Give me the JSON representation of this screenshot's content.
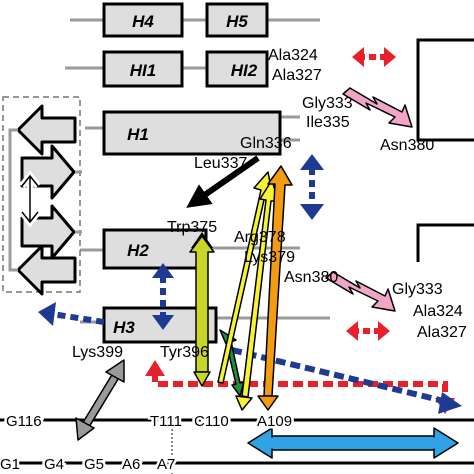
{
  "helices": {
    "h4": "H4",
    "h5": "H5",
    "hi1": "HI1",
    "hi2": "HI2",
    "h1": "H1",
    "h2": "H2",
    "h3": "H3"
  },
  "residues": {
    "ala324_top": "Ala324",
    "ala327_top": "Ala327",
    "gly333_top": "Gly333",
    "ile335": "Ile335",
    "asn380_top": "Asn380",
    "gln336": "Gln336",
    "leu337": "Leu337",
    "trp375": "Trp375",
    "arg378": "Arg378",
    "lys379": "Lys379",
    "asn380_mid": "Asn380",
    "gly333_mid": "Gly333",
    "ala324_mid": "Ala324",
    "ala327_mid": "Ala327",
    "lys399": "Lys399",
    "tyr396": "Tyr396"
  },
  "bases": {
    "g116": "G116",
    "t111": "T111",
    "c110": "C110",
    "a109": "A109",
    "g1": "G1",
    "g4": "G4",
    "g5": "G5",
    "a6": "A6",
    "a7": "A7"
  },
  "colors": {
    "red": "#e8202a",
    "navy": "#1f3a93",
    "pink": "#f2a6c7",
    "yellow": "#f7f233",
    "olive": "#c8d62a",
    "green": "#1e8f3a",
    "orange": "#f39c12",
    "sky": "#2fa3e6",
    "gray": "#9a9a9a",
    "helix_fill": "#dedede"
  }
}
